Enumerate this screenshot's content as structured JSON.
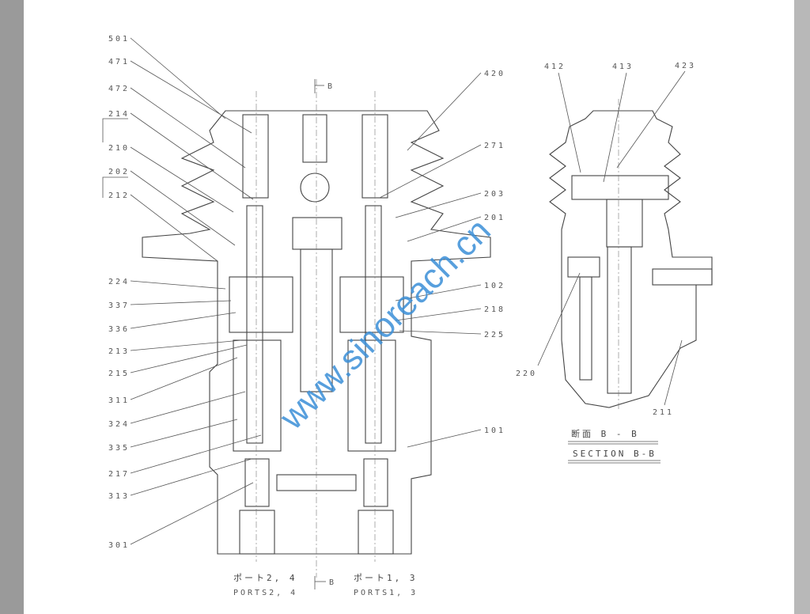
{
  "labels_left": [
    "501",
    "471",
    "472",
    "214",
    "210",
    "202",
    "212",
    "224",
    "337",
    "336",
    "213",
    "215",
    "311",
    "324",
    "335",
    "217",
    "313",
    "301"
  ],
  "labels_right": [
    "420",
    "271",
    "203",
    "201",
    "102",
    "218",
    "225",
    "101"
  ],
  "section_labels": {
    "l412": "412",
    "l413": "413",
    "l423": "423",
    "l220": "220",
    "l211": "211"
  },
  "section_marker": "B",
  "ports": {
    "left_jp": "ポート2, 4",
    "left_en": "PORTS2, 4",
    "right_jp": "ポート1, 3",
    "right_en": "PORTS1, 3"
  },
  "section_title": {
    "jp": "断面  B - B",
    "en": "SECTION B-B"
  },
  "watermark": "www.sinoreach.cn"
}
